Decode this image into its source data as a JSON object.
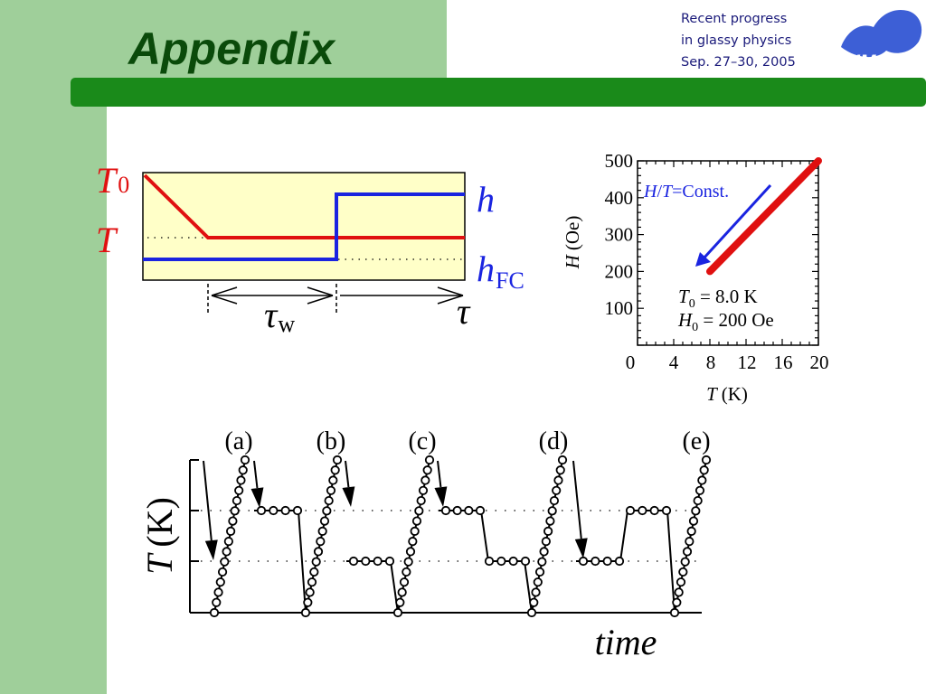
{
  "slide": {
    "title": "Appendix",
    "conference_lines": [
      "Recent progress",
      "in glassy physics",
      "Sep. 27–30, 2005"
    ],
    "logo_text": "NIMS"
  },
  "colors": {
    "left_band": "#9fcf9a",
    "header_rule": "#1a8a1a",
    "title_text": "#0a4a0a",
    "conf_text": "#1a1a7a",
    "logo_blue": "#3d5fd6",
    "protocol_bg": "#ffffc8",
    "temperature_line": "#e01010",
    "field_line": "#1a24e0"
  },
  "protocol": {
    "T0_main": "T",
    "T0_sub": "0",
    "T_label": "T",
    "h_label": "h",
    "hFC_main": "h",
    "hFC_sub": "FC",
    "tauw_main": "τ",
    "tauw_sub": "w",
    "tau_label": "τ"
  },
  "chart_data": {
    "type": "line",
    "title": "",
    "xlabel_main": "T",
    "xlabel_unit": "(K)",
    "ylabel_main": "H",
    "ylabel_unit": "(Oe)",
    "x_ticks": [
      "0",
      "4",
      "8",
      "12",
      "16",
      "20"
    ],
    "y_ticks": [
      "100",
      "200",
      "300",
      "400",
      "500"
    ],
    "xlim": [
      0,
      20
    ],
    "ylim": [
      0,
      500
    ],
    "annotation_H": "H",
    "annotation_T": "T",
    "annotation_rest": "=Const.",
    "param_T0_main": "T",
    "param_T0_sub": "0",
    "param_T0_value": " =  8.0 K",
    "param_H0_main": "H",
    "param_H0_sub": "0",
    "param_H0_value": " = 200 Oe",
    "series": [
      {
        "x": [
          8,
          20
        ],
        "y": [
          200,
          500
        ]
      }
    ]
  },
  "timeline": {
    "ylabel_main": "T",
    "ylabel_unit": "(K)",
    "xlabel": "time",
    "panel_labels": [
      "(a)",
      "(b)",
      "(c)",
      "(d)",
      "(e)"
    ]
  }
}
